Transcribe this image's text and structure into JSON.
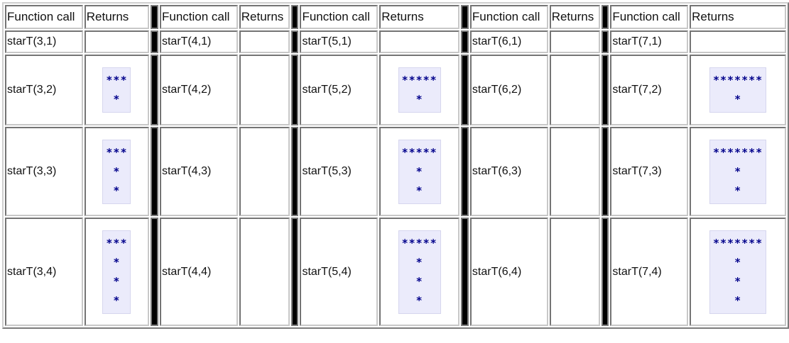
{
  "header": {
    "call_label": "Function call",
    "returns_label": "Returns"
  },
  "rows": [
    {
      "cells": [
        {
          "call": "starT(3,1)",
          "stars": []
        },
        {
          "call": "starT(4,1)",
          "stars": []
        },
        {
          "call": "starT(5,1)",
          "stars": []
        },
        {
          "call": "starT(6,1)",
          "stars": []
        },
        {
          "call": "starT(7,1)",
          "stars": []
        }
      ]
    },
    {
      "cells": [
        {
          "call": "starT(3,2)",
          "stars": [
            "***",
            "*"
          ]
        },
        {
          "call": "starT(4,2)",
          "stars": []
        },
        {
          "call": "starT(5,2)",
          "stars": [
            "*****",
            "*"
          ]
        },
        {
          "call": "starT(6,2)",
          "stars": []
        },
        {
          "call": "starT(7,2)",
          "stars": [
            "*******",
            "*"
          ]
        }
      ]
    },
    {
      "cells": [
        {
          "call": "starT(3,3)",
          "stars": [
            "***",
            "*",
            "*"
          ]
        },
        {
          "call": "starT(4,3)",
          "stars": []
        },
        {
          "call": "starT(5,3)",
          "stars": [
            "*****",
            "*",
            "*"
          ]
        },
        {
          "call": "starT(6,3)",
          "stars": []
        },
        {
          "call": "starT(7,3)",
          "stars": [
            "*******",
            "*",
            "*"
          ]
        }
      ]
    },
    {
      "cells": [
        {
          "call": "starT(3,4)",
          "stars": [
            "***",
            "*",
            "*",
            "*"
          ]
        },
        {
          "call": "starT(4,4)",
          "stars": []
        },
        {
          "call": "starT(5,4)",
          "stars": [
            "*****",
            "*",
            "*",
            "*"
          ]
        },
        {
          "call": "starT(6,4)",
          "stars": []
        },
        {
          "call": "starT(7,4)",
          "stars": [
            "*******",
            "*",
            "*",
            "*"
          ]
        }
      ]
    }
  ]
}
